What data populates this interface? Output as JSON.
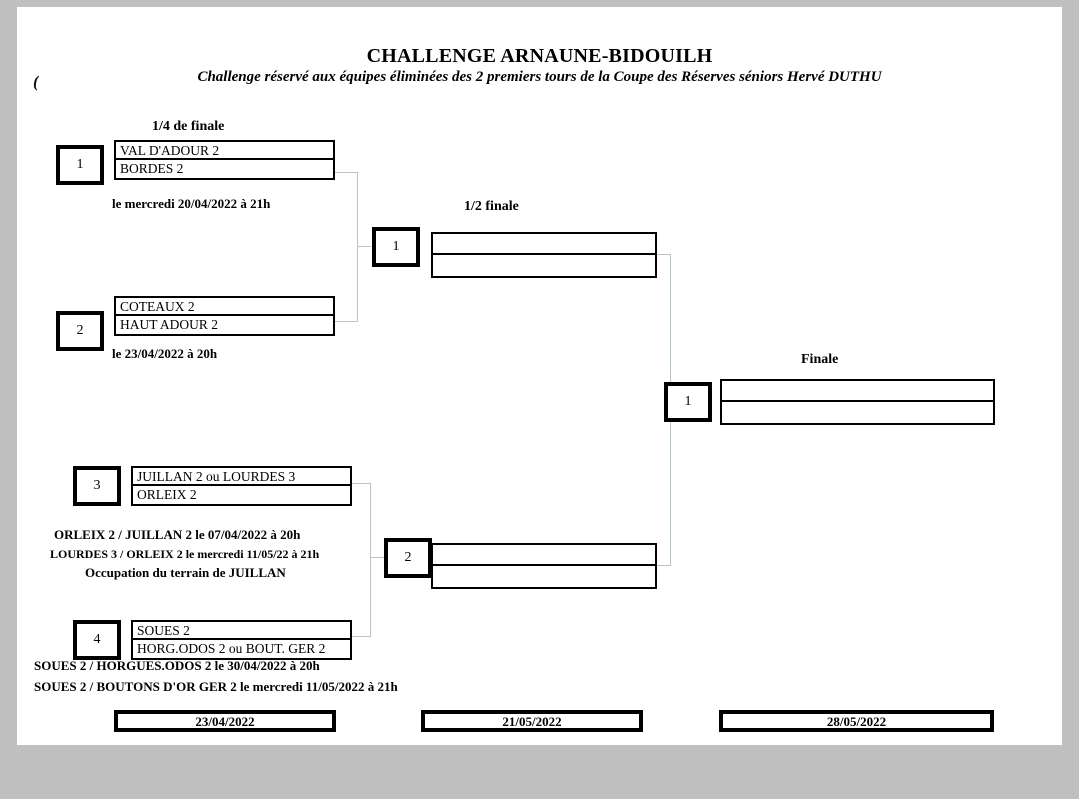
{
  "document": {
    "title": "CHALLENGE ARNAUNE-BIDOUILH",
    "subtitle": "Challenge réservé aux équipes éliminées des 2 premiers tours de la Coupe des Réserves séniors Hervé DUTHU",
    "stray_glyph": "("
  },
  "rounds": {
    "quarter_final_label": "1/4 de finale",
    "semi_final_label": "1/2 finale",
    "final_label": "Finale"
  },
  "quarter_finals": [
    {
      "seed": "1",
      "team_top": "VAL D'ADOUR 2",
      "team_bottom": "BORDES 2",
      "notes": [
        "le mercredi 20/04/2022 à 21h"
      ]
    },
    {
      "seed": "2",
      "team_top": "COTEAUX 2",
      "team_bottom": "HAUT ADOUR 2",
      "notes": [
        "le 23/04/2022 à 20h"
      ]
    },
    {
      "seed": "3",
      "team_top": "JUILLAN 2 ou LOURDES 3",
      "team_bottom": "ORLEIX 2",
      "notes": [
        "ORLEIX 2 / JUILLAN 2 le 07/04/2022 à 20h",
        "LOURDES 3 / ORLEIX 2 le mercredi 11/05/22 à 21h",
        "Occupation du terrain de JUILLAN"
      ]
    },
    {
      "seed": "4",
      "team_top": "SOUES 2",
      "team_bottom": "HORG.ODOS 2 ou BOUT. GER 2",
      "notes": [
        "SOUES 2 / HORGUES.ODOS 2 le 30/04/2022 à 20h",
        "SOUES 2 / BOUTONS D'OR GER 2 le mercredi 11/05/2022 à 21h"
      ]
    }
  ],
  "semi_finals": [
    {
      "seed": "1",
      "team_top": "",
      "team_bottom": ""
    },
    {
      "seed": "2",
      "team_top": "",
      "team_bottom": ""
    }
  ],
  "final": {
    "seed": "1",
    "team_top": "",
    "team_bottom": ""
  },
  "date_bars": [
    {
      "date": "23/04/2022"
    },
    {
      "date": "21/05/2022"
    },
    {
      "date": "28/05/2022"
    }
  ],
  "colors": {
    "page_background": "#ffffff",
    "canvas_background": "#c0c0c0",
    "ink": "#000000",
    "connector": "#b9c4cb"
  }
}
